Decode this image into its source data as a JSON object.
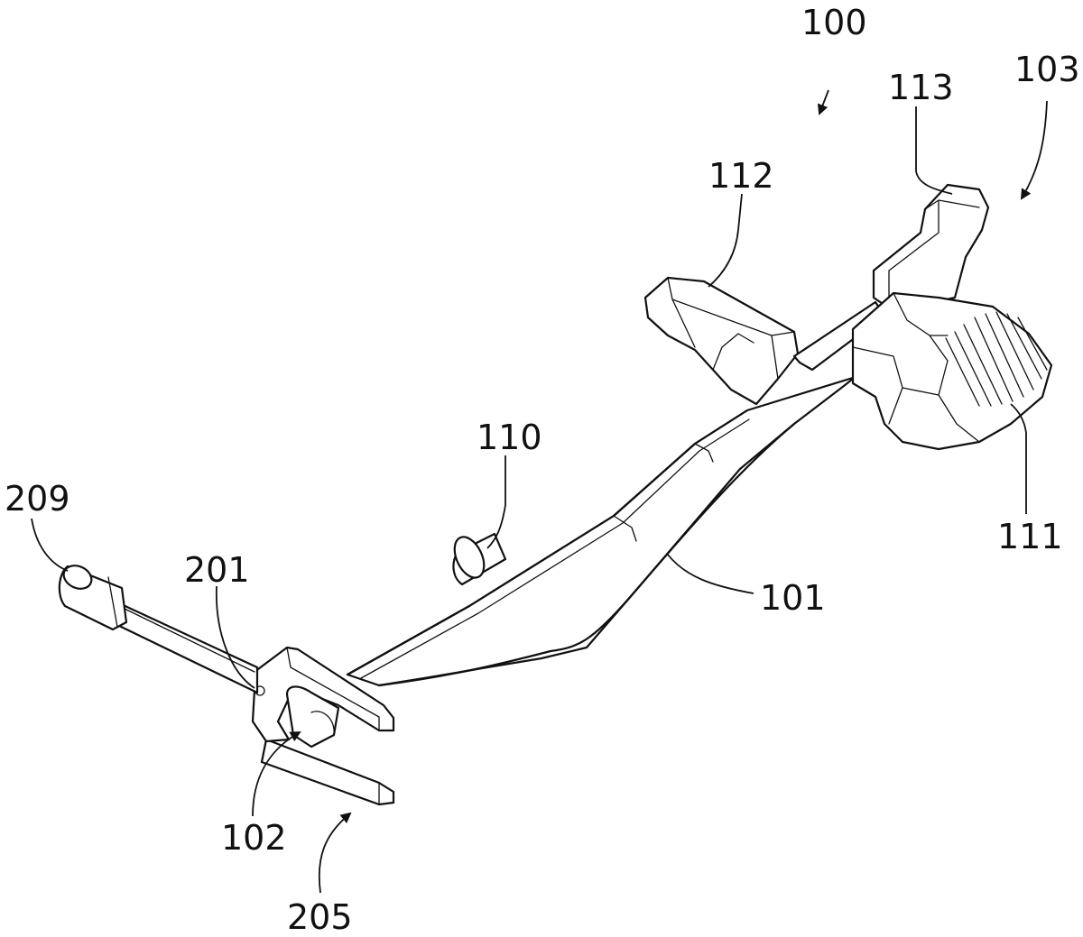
{
  "figure": {
    "labels": {
      "l100": "100",
      "l101": "101",
      "l102": "102",
      "l103": "103",
      "l110": "110",
      "l111": "111",
      "l112": "112",
      "l113": "113",
      "l201": "201",
      "l205": "205",
      "l209": "209"
    }
  }
}
